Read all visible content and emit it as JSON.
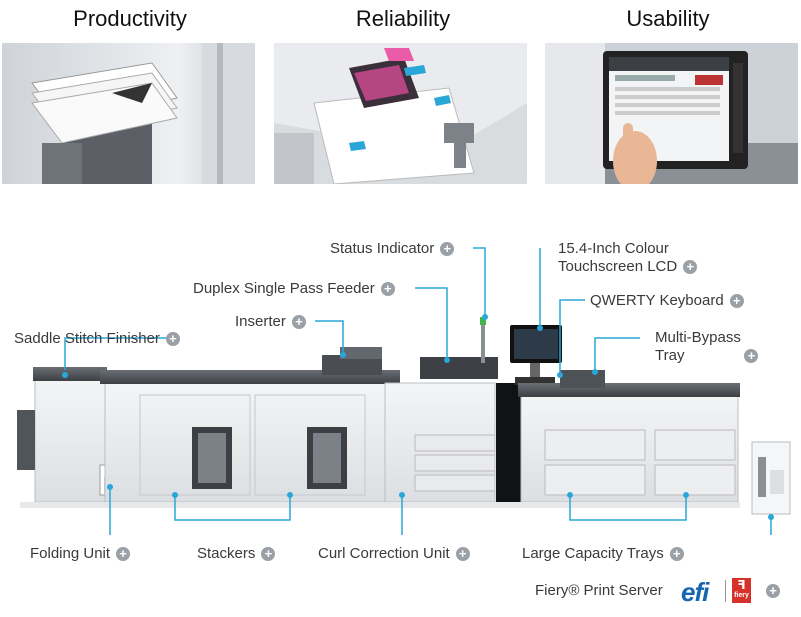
{
  "features": [
    {
      "title": "Productivity"
    },
    {
      "title": "Reliability"
    },
    {
      "title": "Usability"
    }
  ],
  "callouts": {
    "status_indicator": "Status Indicator",
    "touchscreen_line1": "15.4-Inch Colour",
    "touchscreen_line2": "Touchscreen LCD",
    "duplex_feeder": "Duplex Single Pass Feeder",
    "qwerty_keyboard": "QWERTY Keyboard",
    "inserter": "Inserter",
    "multi_bypass_line1": "Multi-Bypass",
    "multi_bypass_line2": "Tray",
    "saddle_stitch": "Saddle Stitch Finisher",
    "folding_unit": "Folding Unit",
    "stackers": "Stackers",
    "curl_correction": "Curl Correction Unit",
    "large_capacity": "Large Capacity Trays",
    "fiery_server": "Fiery® Print Server"
  },
  "expand_symbol": "+",
  "logos": {
    "efi": "efi",
    "fiery": "fiery"
  },
  "colors": {
    "leader_line": "#2aa7d8",
    "plus_badge": "#9aa0a6",
    "efi_blue": "#1466b0",
    "fiery_red": "#d6322b"
  }
}
